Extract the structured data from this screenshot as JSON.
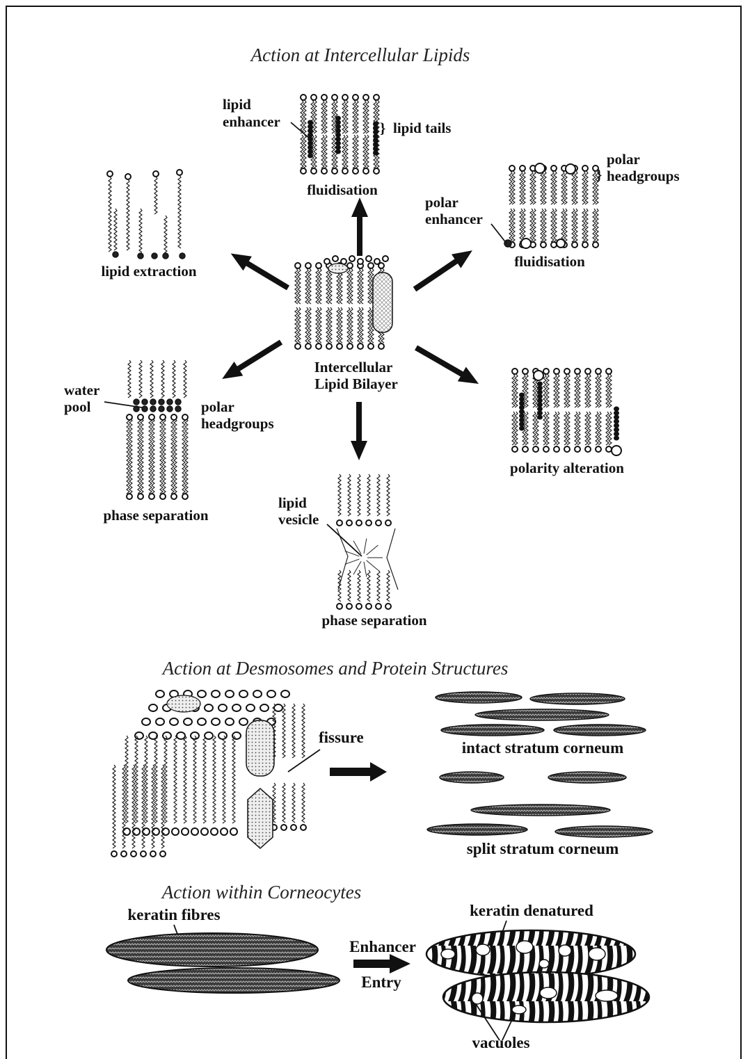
{
  "sections": {
    "lipids_title": "Action at Intercellular Lipids",
    "desmosomes_title": "Action at Desmosomes and Protein Structures",
    "corneocytes_title": "Action within Corneocytes"
  },
  "center": {
    "line1": "Intercellular",
    "line2": "Lipid Bilayer"
  },
  "top": {
    "enhancer_line1": "lipid",
    "enhancer_line2": "enhancer",
    "tails": "lipid tails",
    "caption": "fluidisation"
  },
  "top_right": {
    "polar_line1": "polar",
    "polar_line2": "headgroups",
    "enhancer_line1": "polar",
    "enhancer_line2": "enhancer",
    "caption": "fluidisation"
  },
  "left": {
    "caption": "lipid extraction"
  },
  "bottom_left": {
    "water_line1": "water",
    "water_line2": "pool",
    "polar_line1": "polar",
    "polar_line2": "headgroups",
    "caption": "phase separation"
  },
  "bottom": {
    "vesicle_line1": "lipid",
    "vesicle_line2": "vesicle",
    "caption": "phase separation"
  },
  "right": {
    "caption": "polarity alteration"
  },
  "desmosomes": {
    "fissure": "fissure",
    "intact": "intact stratum corneum",
    "split": "split stratum corneum"
  },
  "corneocytes": {
    "keratin_fibres": "keratin fibres",
    "enhancer_line1": "Enhancer",
    "enhancer_line2": "Entry",
    "keratin_denatured": "keratin denatured",
    "vacuoles": "vacuoles"
  }
}
